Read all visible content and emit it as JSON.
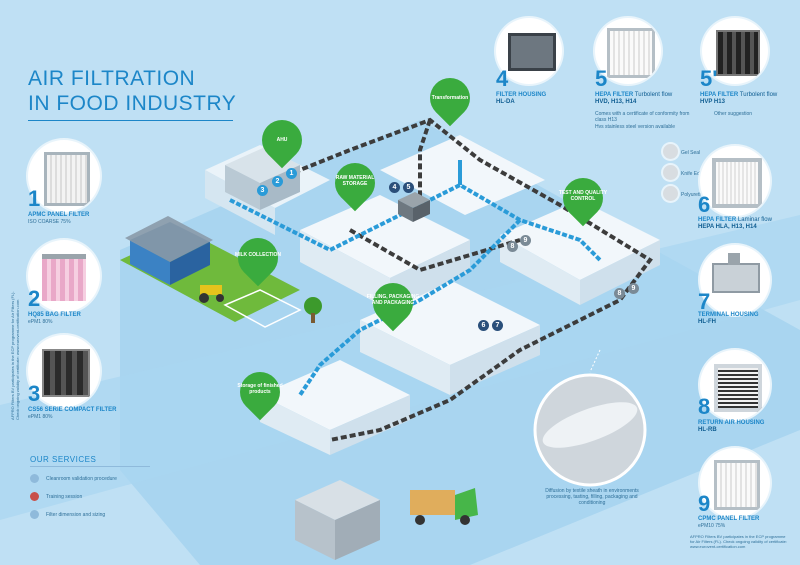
{
  "title": {
    "line1": "AIR FILTRATION",
    "line2": "IN FOOD INDUSTRY"
  },
  "products": [
    {
      "num": "1",
      "name": "APMC PANEL FILTER",
      "spec": "ISO COARSE 75%"
    },
    {
      "num": "2",
      "name": "HQ85 BAG FILTER",
      "spec": "ePM1 80%"
    },
    {
      "num": "3",
      "name": "CS56 SERIE COMPACT FILTER",
      "spec": "ePM1 80%"
    },
    {
      "num": "4",
      "name": "FILTER HOUSING",
      "spec": "HL-DA"
    },
    {
      "num": "5",
      "name": "HEPA FILTER",
      "extra": "Turbolent flow",
      "spec": "HVD, H13, H14",
      "note1": "Comes with a certificate of conformity from class H13",
      "note2": "Hvs stainless steel version available"
    },
    {
      "num": "5'",
      "name": "HEPA FILTER",
      "extra": "Turbolent flow",
      "spec": "HVP H13",
      "note1": "Other suggestion"
    },
    {
      "num": "6",
      "name": "HEPA FILTER",
      "extra": "Laminar flow",
      "spec": "HEPA HLA, H13, H14"
    },
    {
      "num": "7",
      "name": "TERMINAL HOUSING",
      "spec": "HL-FH"
    },
    {
      "num": "8",
      "name": "RETURN AIR HOUSING",
      "spec": "HL-RB"
    },
    {
      "num": "9",
      "name": "CPMC PANEL FILTER",
      "spec": "ePM10 75%"
    }
  ],
  "gaskets": [
    "Gel Seal",
    "Knife Edge",
    "Polyurethane Gasket"
  ],
  "pins": [
    "AHU",
    "Transformation",
    "RAW MATERIAL STORAGE",
    "TEST AND QUALITY CONTROL",
    "MILK COLLECTION",
    "FILLING, PACKAGING AND PACKAGING",
    "Storage of finished products"
  ],
  "services": {
    "title": "OUR SERVICES",
    "items": [
      "Cleanroom validation procedure",
      "Training session",
      "Filter dimension and sizing"
    ]
  },
  "diffusion_note": "Diffusion by textile sheath in environments processing, tasting, filling, packaging and conditioning",
  "eurovent_left": "AFPRO Filters BV participates in the ECP programme for Air Filters (FL). Check ongoing validity of certificate: www.eurovent-certification.com",
  "eurovent_right": "AFPRO Filters BV participates in the ECP programme for Air Filters (FL). Check ongoing validity of certificate: www.eurovent-certification.com",
  "colors": {
    "background": "#bfe0f4",
    "accent": "#1c86c8",
    "pin": "#3aab3e",
    "duct_dark": "#3c3c3c",
    "duct_blue": "#2a9bd8"
  }
}
